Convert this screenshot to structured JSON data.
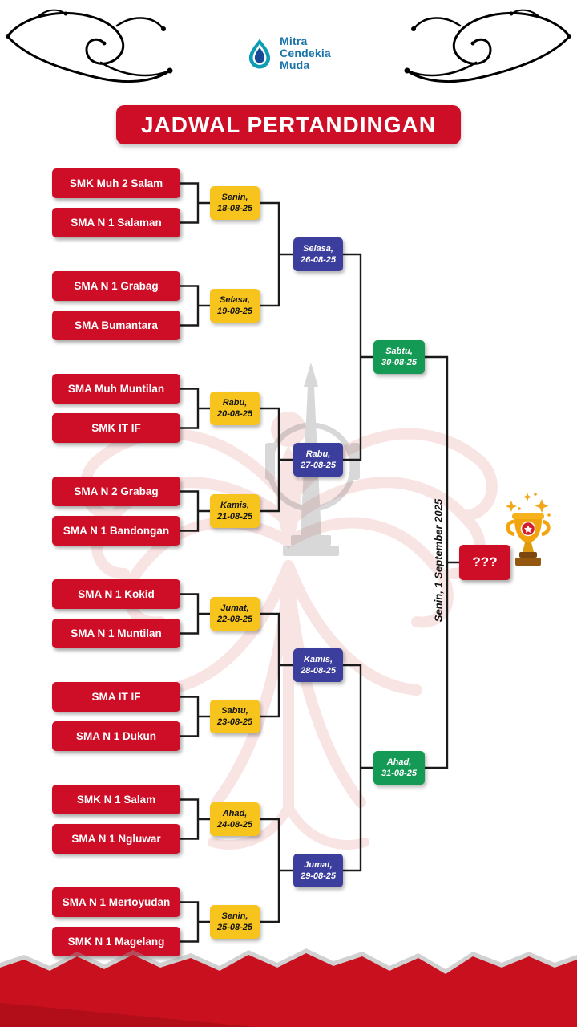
{
  "logo": {
    "line1": "Mitra",
    "line2": "Cendekia",
    "line3": "Muda"
  },
  "title": "JADWAL PERTANDINGAN",
  "bracket": {
    "teams": [
      "SMK Muh 2 Salam",
      "SMA N 1 Salaman",
      "SMA N 1 Grabag",
      "SMA Bumantara",
      "SMA Muh Muntilan",
      "SMK IT IF",
      "SMA N 2 Grabag",
      "SMA N 1 Bandongan",
      "SMA N 1 Kokid",
      "SMA N 1 Muntilan",
      "SMA IT IF",
      "SMA N 1 Dukun",
      "SMK N 1 Salam",
      "SMA N 1 Ngluwar",
      "SMA N 1 Mertoyudan",
      "SMK N 1 Magelang"
    ],
    "round1": [
      {
        "day": "Senin,",
        "date": "18-08-25"
      },
      {
        "day": "Selasa,",
        "date": "19-08-25"
      },
      {
        "day": "Rabu,",
        "date": "20-08-25"
      },
      {
        "day": "Kamis,",
        "date": "21-08-25"
      },
      {
        "day": "Jumat,",
        "date": "22-08-25"
      },
      {
        "day": "Sabtu,",
        "date": "23-08-25"
      },
      {
        "day": "Ahad,",
        "date": "24-08-25"
      },
      {
        "day": "Senin,",
        "date": "25-08-25"
      }
    ],
    "round2": [
      {
        "day": "Selasa,",
        "date": "26-08-25"
      },
      {
        "day": "Rabu,",
        "date": "27-08-25"
      },
      {
        "day": "Kamis,",
        "date": "28-08-25"
      },
      {
        "day": "Jumat,",
        "date": "29-08-25"
      }
    ],
    "round3": [
      {
        "day": "Sabtu,",
        "date": "30-08-25"
      },
      {
        "day": "Ahad,",
        "date": "31-08-25"
      }
    ],
    "final_date_vertical": "Senin, 1 September 2025",
    "final_placeholder": "???"
  },
  "colors": {
    "red": "#ce0e26",
    "yellow": "#f7c41e",
    "blue": "#3b3e9c",
    "green": "#149a54",
    "line": "#1a1a1a",
    "logo_blue": "#1b74a8"
  }
}
